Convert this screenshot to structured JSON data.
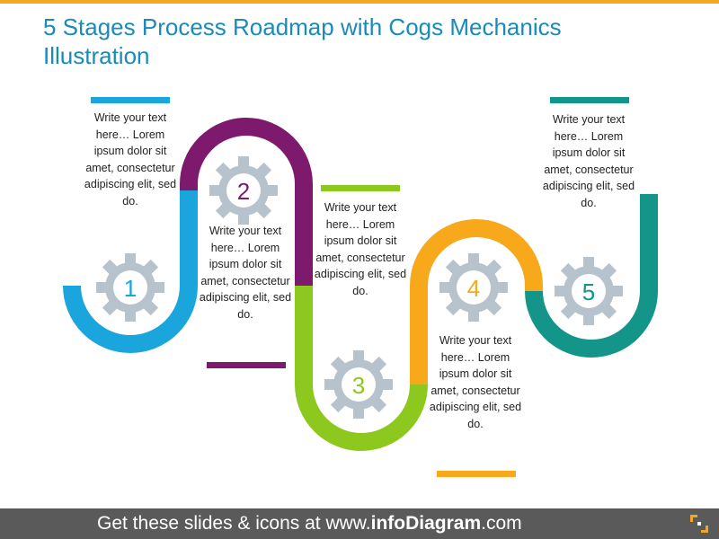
{
  "title": "5 Stages Process Roadmap with Cogs Mechanics Illustration",
  "stages": [
    {
      "number": "1",
      "color": "#1aa6dc",
      "text": "Write your text here… Lorem ipsum dolor sit amet, consectetur adipiscing elit, sed do."
    },
    {
      "number": "2",
      "color": "#7d1a6e",
      "text": "Write your text here… Lorem ipsum dolor sit amet, consectetur adipiscing elit, sed do."
    },
    {
      "number": "3",
      "color": "#8cc81e",
      "text": "Write your text here… Lorem ipsum dolor sit amet, consectetur adipiscing elit, sed do."
    },
    {
      "number": "4",
      "color": "#f7a81b",
      "text": "Write your text here… Lorem ipsum dolor sit amet, consectetur adipiscing elit, sed do."
    },
    {
      "number": "5",
      "color": "#13958a",
      "text": "Write your text here… Lorem ipsum dolor sit amet, consectetur adipiscing elit, sed do."
    }
  ],
  "gear_color": "#b6c3cc",
  "accent_color": "#f5a623",
  "footer": {
    "prefix": "Get these slides & icons at www.",
    "brand": "infoDiagram",
    "suffix": ".com"
  }
}
